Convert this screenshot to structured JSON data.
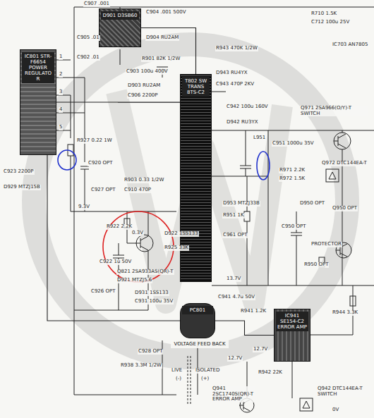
{
  "diagram": {
    "nodes": [
      {
        "text": [
          "D901 D3SB60"
        ]
      },
      {
        "text": [
          "IC801 STR-F6654 POWER REGULATOR"
        ]
      },
      {
        "text": [
          "T802 SW TRANS 8TS-C2"
        ]
      },
      {
        "text": [
          "PC801",
          "VOLTAGE FEED BACK"
        ]
      },
      {
        "text": [
          "IC941 SE154-C2 ERROR AMP"
        ]
      }
    ],
    "edges": [
      {
        "from": 0,
        "to": 2,
        "arrow": "none"
      },
      {
        "from": 1,
        "to": 2,
        "arrow": "none"
      },
      {
        "from": 3,
        "to": 1,
        "arrow": "none"
      },
      {
        "from": 4,
        "to": 3,
        "arrow": "none"
      }
    ],
    "labels": [
      "C907 .001",
      "C904 .001 500V",
      "D904 RU2AM",
      "C905 .01",
      "C902 .01",
      "R901 82K 1/2W",
      "C903 100u 400V",
      "D903 RU2AM",
      "C906 2200P",
      "R943 470K 1/2W",
      "D943 RU4YX",
      "C943 470P 2KV",
      "C942 100u 160V",
      "D942 RU3YX",
      "L951",
      "C951 1000u 35V",
      "Q971 2SA966(O/Y)-T SWITCH",
      "R971 2.2K",
      "R972 1.5K",
      "Q972 DTC144EA-T",
      "R710 1.5K",
      "C712 100u 25V",
      "IC703 AN7805",
      "1",
      "2",
      "3",
      "4",
      "5",
      "R927 0.22 1W",
      "C923 2200P",
      "D929 MTZJ15B",
      "C920 OPT",
      "C927 OPT",
      "R903 0.33 1/2W",
      "C910 470P",
      "9.3V",
      "R922 2.2K",
      "0.3V",
      "C922 1u 50V",
      "Q821 2SA933AS(QR)-T",
      "D921 MTZJ5.6",
      "C926 OPT",
      "D922 1SS133",
      "R925 33K",
      "D931 1SS133",
      "C931 100u 35V",
      "D953 MTZJ33B",
      "R951 1K",
      "C961 OPT",
      "D950 OPT",
      "C950 OPT",
      "Q950 OPT",
      "PROTECTOR",
      "R950 OPT",
      "13.7V",
      "C941 4.7u 50V",
      "R941 1.2K",
      "12.7V",
      "R944 3.3K",
      "C928 OPT",
      "R938 3.3M 1/2W",
      "LIVE",
      "ISOLATED",
      "(-)",
      "(+)",
      "R942 22K",
      "Q941 2SC1740S(QR)-T ERROR AMP",
      "Q942 DTC144EA-T SWITCH",
      "12.7V",
      "0V"
    ]
  }
}
